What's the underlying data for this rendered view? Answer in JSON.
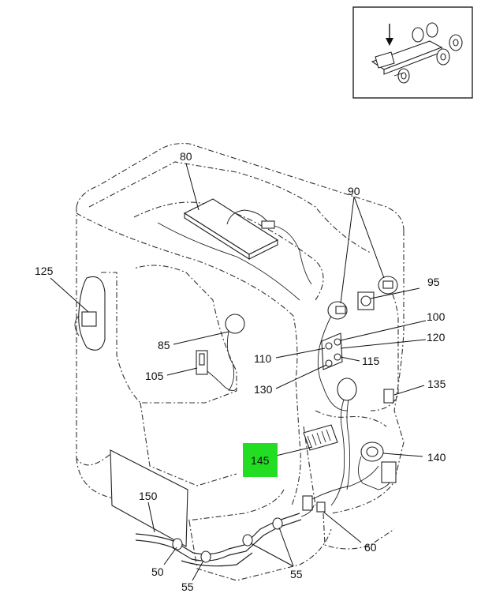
{
  "diagram": {
    "highlight_color": "#22dd22",
    "callouts": [
      {
        "id": "c80",
        "label": "80"
      },
      {
        "id": "c90",
        "label": "90"
      },
      {
        "id": "c95",
        "label": "95"
      },
      {
        "id": "c100",
        "label": "100"
      },
      {
        "id": "c120",
        "label": "120"
      },
      {
        "id": "c110",
        "label": "110"
      },
      {
        "id": "c115",
        "label": "115"
      },
      {
        "id": "c130",
        "label": "130"
      },
      {
        "id": "c125",
        "label": "125"
      },
      {
        "id": "c85",
        "label": "85"
      },
      {
        "id": "c105",
        "label": "105"
      },
      {
        "id": "c135",
        "label": "135"
      },
      {
        "id": "c145",
        "label": "145",
        "highlighted": true
      },
      {
        "id": "c140",
        "label": "140"
      },
      {
        "id": "c150",
        "label": "150"
      },
      {
        "id": "c60",
        "label": "60"
      },
      {
        "id": "c50",
        "label": "50"
      },
      {
        "id": "c55a",
        "label": "55"
      },
      {
        "id": "c55b",
        "label": "55"
      }
    ]
  }
}
